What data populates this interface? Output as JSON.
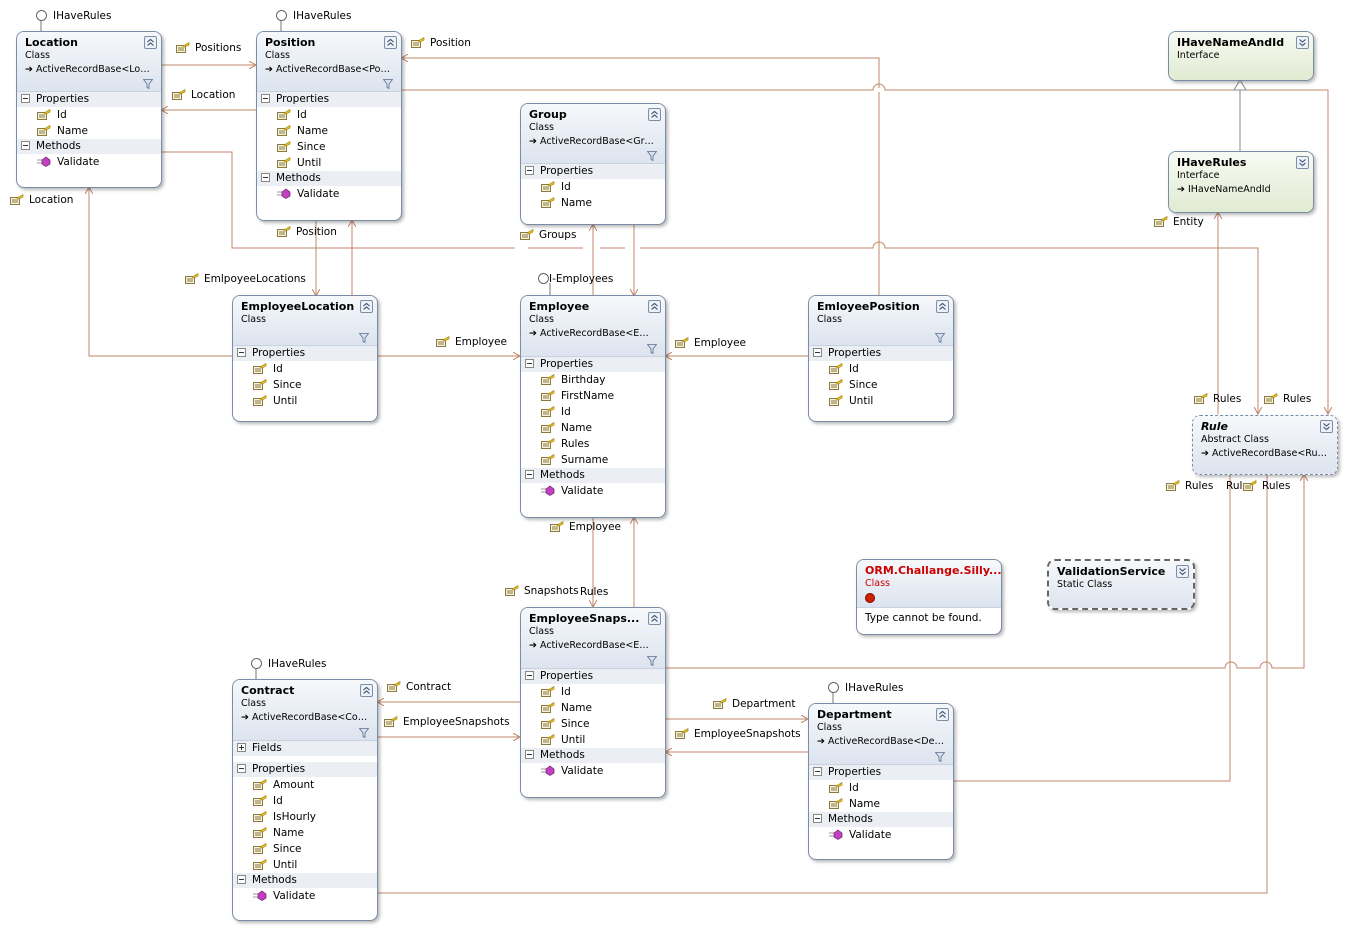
{
  "stereotypes": {
    "class": "Class",
    "interface": "Interface",
    "abstract_class": "Abstract Class",
    "static_class": "Static Class"
  },
  "section_titles": {
    "properties": "Properties",
    "methods": "Methods",
    "fields": "Fields"
  },
  "shapes": {
    "location": {
      "name": "Location",
      "base": "ActiveRecordBase<Loca...",
      "properties": [
        "Id",
        "Name"
      ],
      "methods": [
        "Validate"
      ]
    },
    "position": {
      "name": "Position",
      "base": "ActiveRecordBase<Posit...",
      "properties": [
        "Id",
        "Name",
        "Since",
        "Until"
      ],
      "methods": [
        "Validate"
      ]
    },
    "group": {
      "name": "Group",
      "base": "ActiveRecordBase<Grou...",
      "properties": [
        "Id",
        "Name"
      ]
    },
    "ihavenameandid": {
      "name": "IHaveNameAndId"
    },
    "ihaverules": {
      "name": "IHaveRules",
      "base": "IHaveNameAndId"
    },
    "employeelocation": {
      "name": "EmployeeLocation",
      "properties": [
        "Id",
        "Since",
        "Until"
      ]
    },
    "employee": {
      "name": "Employee",
      "base": "ActiveRecordBase<Empl...",
      "properties": [
        "Birthday",
        "FirstName",
        "Id",
        "Name",
        "Rules",
        "Surname"
      ],
      "methods": [
        "Validate"
      ]
    },
    "emloyeeposition": {
      "name": "EmloyeePosition",
      "properties": [
        "Id",
        "Since",
        "Until"
      ]
    },
    "rule": {
      "name": "Rule",
      "base": "ActiveRecordBase<Rule>"
    },
    "ormsilly": {
      "name": "ORM.Challange.Silly...",
      "message": "Type cannot be found."
    },
    "validationservice": {
      "name": "ValidationService"
    },
    "employeesnapshot": {
      "name": "EmployeeSnaps...",
      "base": "ActiveRecordBase<Empl...",
      "properties": [
        "Id",
        "Name",
        "Since",
        "Until"
      ],
      "methods": [
        "Validate"
      ]
    },
    "contract": {
      "name": "Contract",
      "base": "ActiveRecordBase<Contr...",
      "properties": [
        "Amount",
        "Id",
        "IsHourly",
        "Name",
        "Since",
        "Until"
      ],
      "methods": [
        "Validate"
      ]
    },
    "department": {
      "name": "Department",
      "base": "ActiveRecordBase<Dep...",
      "properties": [
        "Id",
        "Name"
      ],
      "methods": [
        "Validate"
      ]
    }
  },
  "lollipops": {
    "location": "IHaveRules",
    "position": "IHaveRules",
    "contract": "IHaveRules",
    "department": "IHaveRules",
    "employee": "I-Employees"
  },
  "assoc_labels": {
    "positions": "Positions",
    "location_top": "Location",
    "location_bottom": "Location",
    "position_right": "Position",
    "position_bottom": "Position",
    "groups": "Groups",
    "emlpoyeelocations": "EmlpoyeeLocations",
    "employee_el": "Employee",
    "employee_ep": "Employee",
    "employee_bottom": "Employee",
    "snapshots": "Snapshots",
    "snap_rules": "Rules",
    "contract": "Contract",
    "employeesnapshots_c": "EmployeeSnapshots",
    "department": "Department",
    "employeesnapshots_d": "EmployeeSnapshots",
    "entity": "Entity",
    "rules_1": "Rules",
    "rules_2": "Rules",
    "rules_3": "Rules",
    "rules_4": "Rul",
    "rules_5": "Rules"
  }
}
